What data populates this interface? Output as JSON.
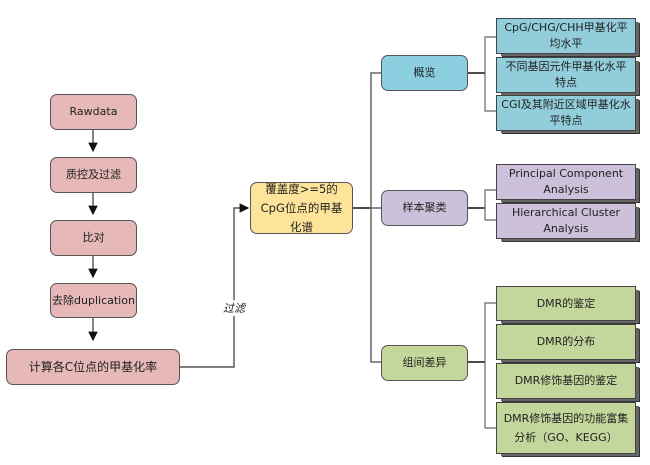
{
  "pipeline": {
    "steps": [
      "Rawdata",
      "质控及过滤",
      "比对",
      "去除duplication",
      "计算各C位点的甲基化率"
    ],
    "filter_label": "过滤",
    "result": "覆盖度>=5的CpG位点的甲基化谱"
  },
  "branches": [
    {
      "label": "概览",
      "color": "#8ccfe0",
      "items": [
        "CpG/CHG/CHH甲基化平均水平",
        "不同基因元件甲基化水平特点",
        "CGI及其附近区域甲基化水平特点"
      ]
    },
    {
      "label": "样本聚类",
      "color": "#ccc1da",
      "items": [
        "Principal Component Analysis",
        "Hierarchical Cluster Analysis"
      ]
    },
    {
      "label": "组间差异",
      "color": "#c4d79b",
      "items": [
        "DMR的鉴定",
        "DMR的分布",
        "DMR修饰基因的鉴定",
        "DMR修饰基因的功能富集分析（GO、KEGG）"
      ]
    }
  ],
  "colors": {
    "pipeline": "#e6b8b7",
    "result": "#fde49a"
  }
}
